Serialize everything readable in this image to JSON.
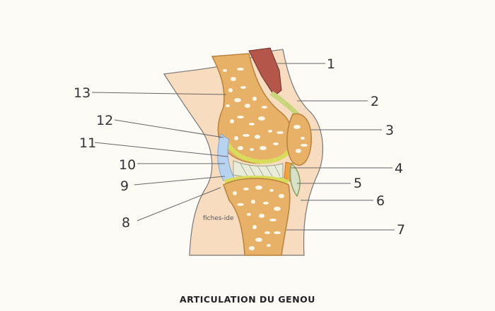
{
  "title": "ARTICULATION DU GENOU",
  "watermark": "fiches-ide",
  "labels": [
    "1",
    "2",
    "3",
    "4",
    "5",
    "6",
    "7",
    "8",
    "9",
    "10",
    "11",
    "12",
    "13"
  ],
  "colors": {
    "background": "#fdfbf5",
    "skin": "#f8dcc0",
    "bone": "#e8b168",
    "bone_outline": "#b8823c",
    "marrow_spots": "#fff6e8",
    "cartilage": "#eef08a",
    "synovial_fluid": "#b7d3ef",
    "ligament": "#d9e0c8",
    "muscle": "#b5564a",
    "tendon": "#c8d57a",
    "fat_pad": "#f1a044"
  }
}
